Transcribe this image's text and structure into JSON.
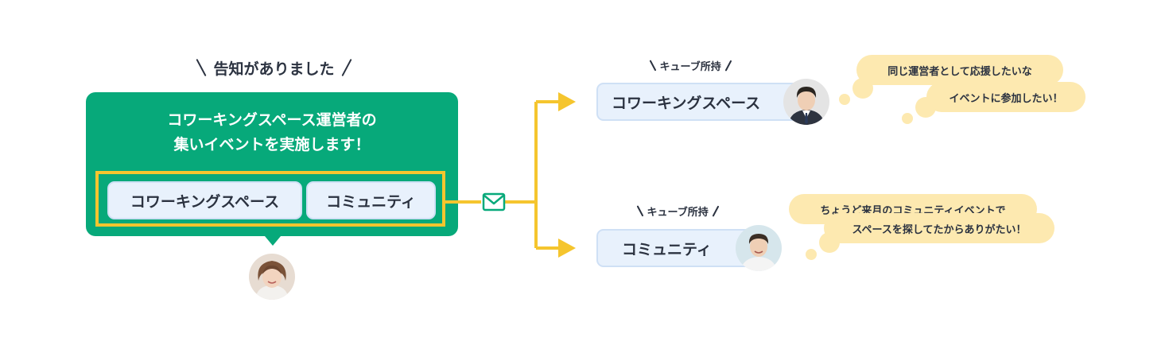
{
  "announcement": {
    "heading": "告知がありました",
    "card_line1": "コワーキングスペース運営者の",
    "card_line2": "集いイベントを実施します！",
    "tags": [
      "コワーキングスペース",
      "コミュニティ"
    ]
  },
  "recipients": [
    {
      "label": "キューブ所持",
      "tag": "コワーキングスペース",
      "thoughts": [
        "同じ運営者として応援したいな",
        "イベントに参加したい！"
      ]
    },
    {
      "label": "キューブ所持",
      "tag": "コミュニティ",
      "thoughts": [
        "ちょうど来月のコミュニティイベントで",
        "スペースを探してたからありがたい！"
      ]
    }
  ],
  "colors": {
    "card_green": "#07a97a",
    "highlight_yellow": "#f5c52e",
    "tag_blue": "#e8f1fc",
    "thought_yellow": "#fde9b0"
  },
  "icons": [
    "mail-icon",
    "arrow-right-icon"
  ]
}
